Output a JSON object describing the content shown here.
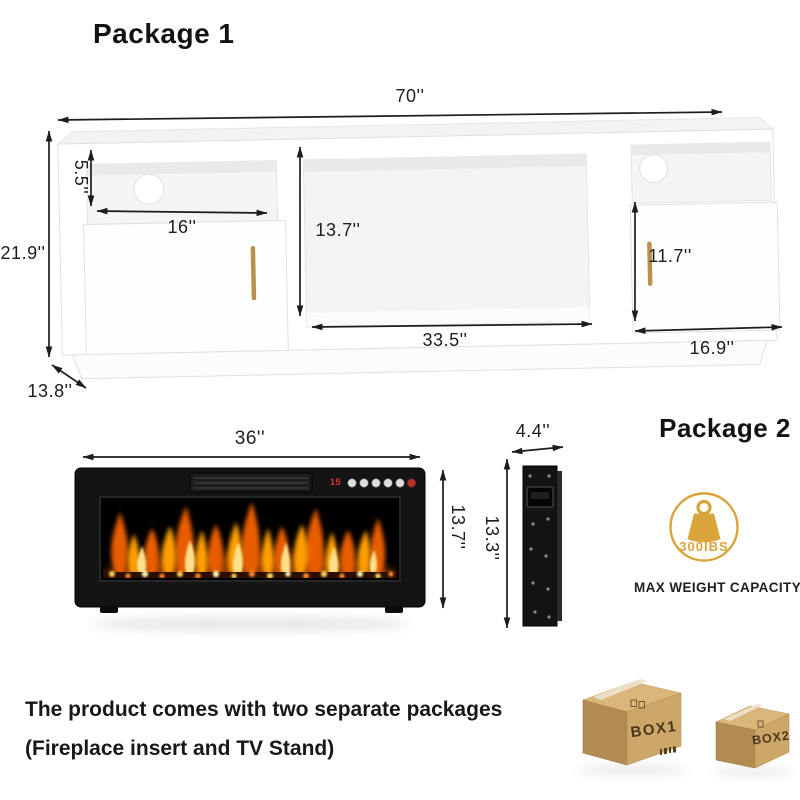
{
  "package1": {
    "title": "Package 1",
    "dims": {
      "total_width": "70''",
      "total_height": "21.9''",
      "depth": "13.8''",
      "shelf_height": "5.5''",
      "shelf_width": "16''",
      "open_height": "13.7''",
      "open_width": "33.5''",
      "door_height": "11.7''",
      "right_width": "16.9''"
    }
  },
  "fireplace": {
    "front_width": "36''",
    "front_height": "13.7''",
    "side_depth": "4.4''",
    "side_height": "13.3''",
    "panel_display": "15"
  },
  "package2": {
    "title": "Package 2",
    "badge_label": "300IBS",
    "badge_caption": "MAX WEIGHT CAPACITY"
  },
  "footer": {
    "line1": "The product comes with two separate packages",
    "line2": "(Fireplace insert and TV Stand)"
  },
  "boxes": {
    "box1": "BOX1",
    "box2": "BOX2"
  },
  "colors": {
    "accent_gold": "#D9A43B",
    "handle_gold": "#B8924C",
    "dimension_text": "#1d1d1d",
    "carton_front": "#b28b52",
    "carton_side": "#cda76a",
    "carton_top": "#dbb67a"
  }
}
